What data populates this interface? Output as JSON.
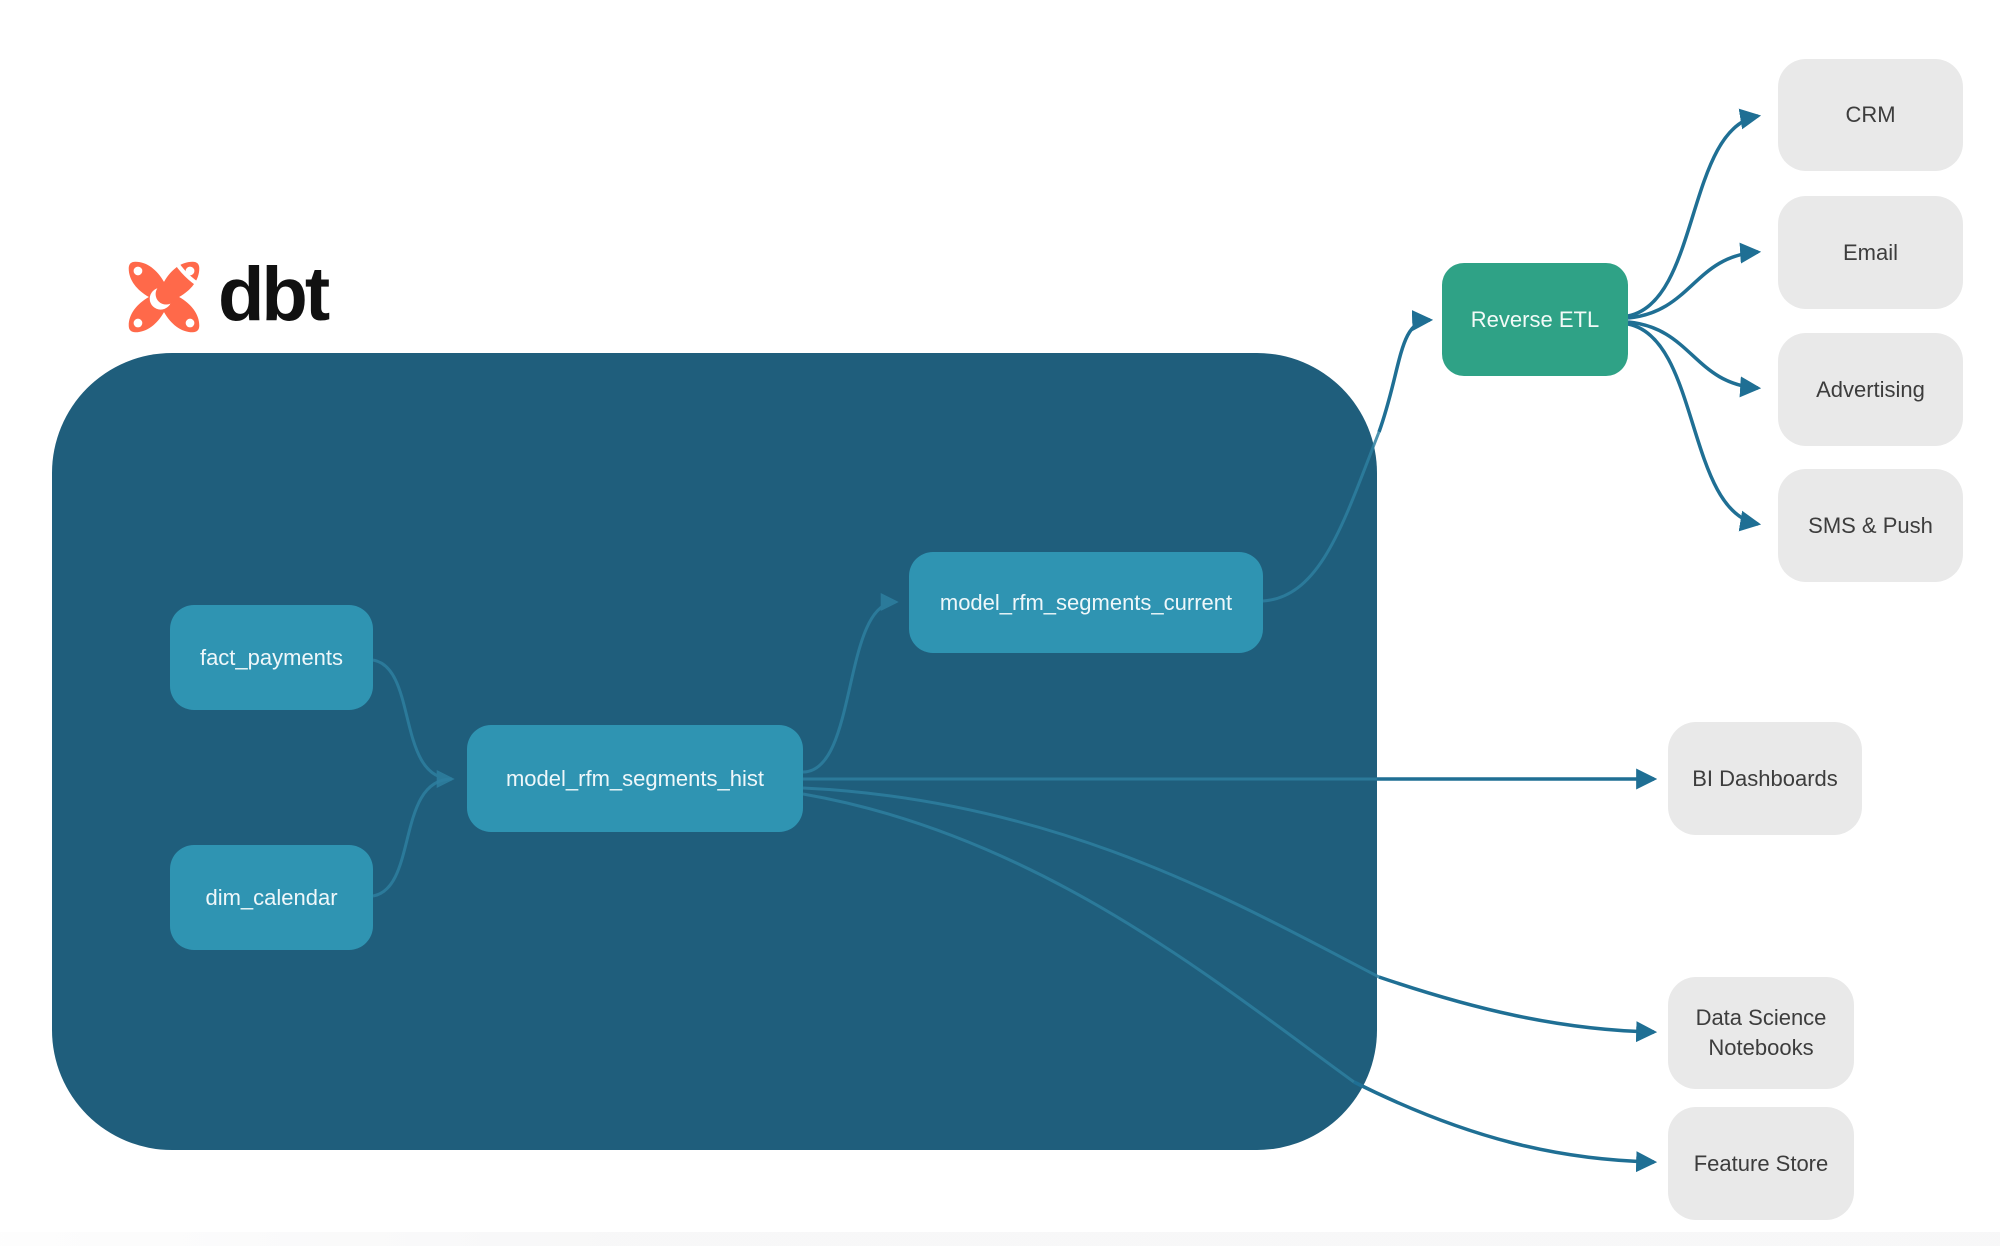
{
  "brand": {
    "logo_text": "dbt"
  },
  "colors": {
    "page_bg": "#ffffff",
    "warehouse_bg": "#1f5e7c",
    "model_node_fill": "#2f94b2",
    "model_node_text": "#eef7fa",
    "reverse_etl_fill": "#2fa286",
    "reverse_etl_text": "#f2faf7",
    "external_box_fill": "#e9e9e9",
    "external_box_text": "#3d3d3d",
    "edge_outside": "#1f6f94",
    "edge_inside": "#2e7fa0",
    "logo_orange": "#ff694a",
    "logo_text_color": "#111111"
  },
  "graph": {
    "warehouse_nodes": [
      {
        "id": "fact_payments",
        "label": "fact_payments"
      },
      {
        "id": "dim_calendar",
        "label": "dim_calendar"
      },
      {
        "id": "model_rfm_segments_hist",
        "label": "model_rfm_segments_hist"
      },
      {
        "id": "model_rfm_segments_current",
        "label": "model_rfm_segments_current"
      }
    ],
    "activation_node": {
      "id": "reverse_etl",
      "label": "Reverse ETL"
    },
    "destination_nodes": [
      {
        "id": "crm",
        "label": "CRM"
      },
      {
        "id": "email",
        "label": "Email"
      },
      {
        "id": "advertising",
        "label": "Advertising"
      },
      {
        "id": "sms_push",
        "label": "SMS & Push"
      }
    ],
    "output_nodes": [
      {
        "id": "bi_dashboards",
        "label": "BI Dashboards"
      },
      {
        "id": "data_science_notebooks",
        "label": "Data Science Notebooks"
      },
      {
        "id": "feature_store",
        "label": "Feature Store"
      }
    ],
    "edges": [
      {
        "from": "fact_payments",
        "to": "model_rfm_segments_hist"
      },
      {
        "from": "dim_calendar",
        "to": "model_rfm_segments_hist"
      },
      {
        "from": "model_rfm_segments_hist",
        "to": "model_rfm_segments_current"
      },
      {
        "from": "model_rfm_segments_current",
        "to": "reverse_etl"
      },
      {
        "from": "reverse_etl",
        "to": "crm"
      },
      {
        "from": "reverse_etl",
        "to": "email"
      },
      {
        "from": "reverse_etl",
        "to": "advertising"
      },
      {
        "from": "reverse_etl",
        "to": "sms_push"
      },
      {
        "from": "model_rfm_segments_hist",
        "to": "bi_dashboards"
      },
      {
        "from": "model_rfm_segments_hist",
        "to": "data_science_notebooks"
      },
      {
        "from": "model_rfm_segments_hist",
        "to": "feature_store"
      }
    ]
  }
}
